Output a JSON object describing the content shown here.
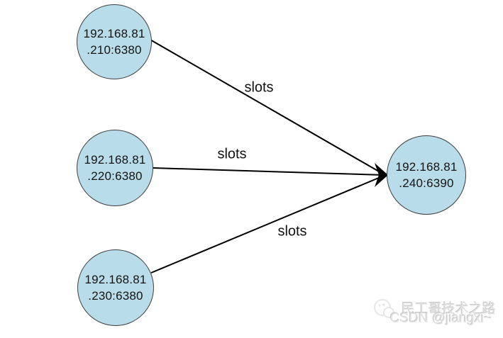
{
  "diagram": {
    "nodes": [
      {
        "id": "node-210",
        "line1": "192.168.81",
        "line2": ".210:6380"
      },
      {
        "id": "node-220",
        "line1": "192.168.81",
        "line2": ".220:6380"
      },
      {
        "id": "node-230",
        "line1": "192.168.81",
        "line2": ".230:6380"
      },
      {
        "id": "node-240",
        "line1": "192.168.81",
        "line2": ".240:6390"
      }
    ],
    "edges": [
      {
        "from": "node-210",
        "to": "node-240",
        "label": "slots"
      },
      {
        "from": "node-220",
        "to": "node-240",
        "label": "slots"
      },
      {
        "from": "node-230",
        "to": "node-240",
        "label": "slots"
      }
    ],
    "colors": {
      "background": "#ffffff",
      "node_fill": "#b8dce9",
      "node_stroke": "#3f3f3f",
      "edge_stroke": "#000000",
      "label_text": "#111111"
    }
  },
  "watermark": {
    "brand": "民工哥技术之路",
    "handle": "CSDN @jiangxi~",
    "color": "#dddddd"
  }
}
